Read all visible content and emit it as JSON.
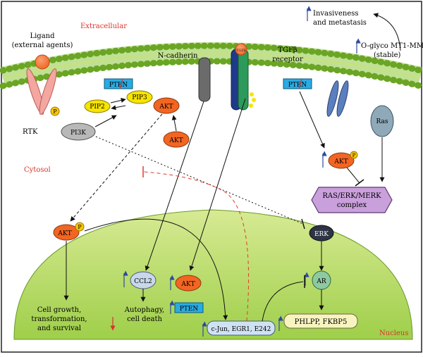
{
  "regions": {
    "extracellular": "Extracellular",
    "cytosol": "Cytosol",
    "nucleus": "Nucleus"
  },
  "labels": {
    "ligand_line1": "Ligand",
    "ligand_line2": "(external agents)",
    "rtk": "RTK",
    "pi3k": "PI3K",
    "pip2": "PIP2",
    "pip3": "PIP3",
    "p": "P",
    "akt": "AKT",
    "pten": "PTEN",
    "n_cadherin": "N-cadherin",
    "tgfb_ligand": "TGFβ",
    "tgfb_receptor_line1": "TGFβ",
    "tgfb_receptor_line2": "receptor",
    "invasiveness_line1": "Invasiveness",
    "invasiveness_line2": "and metastasis",
    "mmp_line1": "O-glyco MT1-MMP",
    "mmp_line2": "(stable)",
    "ras": "Ras",
    "complex_line1": "RAS/ERK/MERK",
    "complex_line2": "complex",
    "erk": "ERK",
    "ar": "AR",
    "ccl2": "CCL2",
    "growth_line1": "Cell growth,",
    "growth_line2": "transformation,",
    "growth_line3": "and survival",
    "autophagy_line1": "Autophagy,",
    "autophagy_line2": "cell death",
    "cjun": "c-Jun, EGR1, E242",
    "phlpp": "PHLPP, FKBP5"
  },
  "colors": {
    "membrane_green": "#8cc63f",
    "nucleus_green": "#c5e07a",
    "akt_orange": "#f26522",
    "pip_yellow": "#f7e400",
    "pten_blue": "#29abe2",
    "complex_purple": "#c9a0dc",
    "ccl2_fill": "#c8d8ea",
    "ar_fill": "#8fc9a0",
    "erk_fill": "#2e3345",
    "up_arrow": "#2e4a9e",
    "down_arrow": "#d9342b",
    "inhibit_red": "#e23b2f"
  }
}
